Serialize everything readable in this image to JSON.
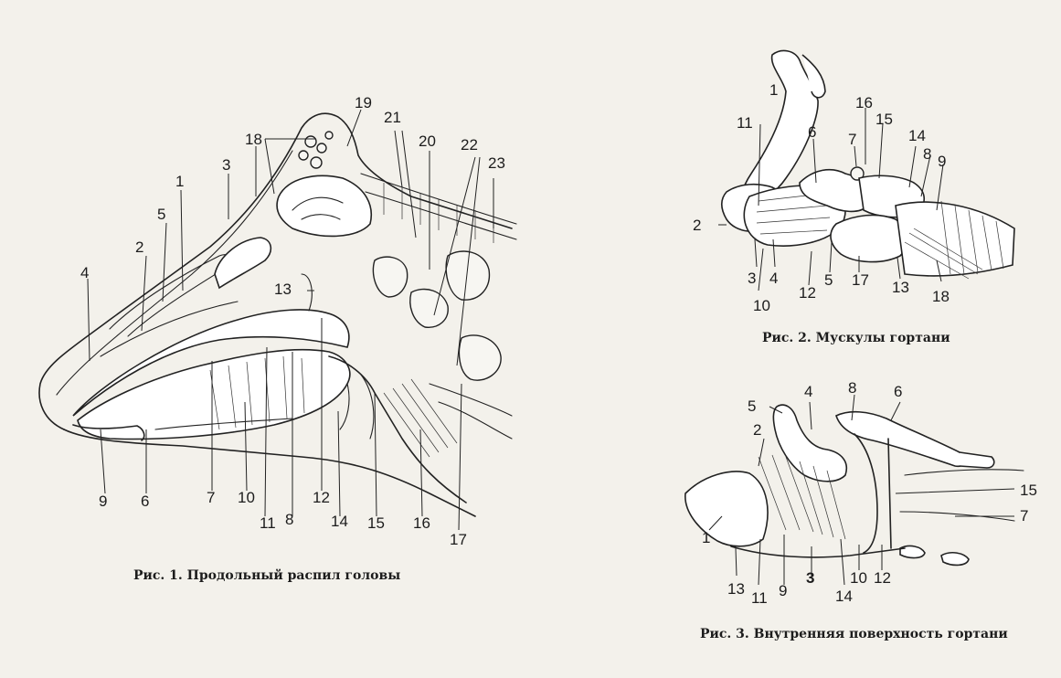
{
  "figures": [
    {
      "caption": "Рис. 1. Продольный распил головы",
      "labels": [
        "1",
        "2",
        "3",
        "4",
        "5",
        "6",
        "7",
        "8",
        "9",
        "10",
        "11",
        "12",
        "13",
        "14",
        "15",
        "16",
        "17",
        "18",
        "19",
        "20",
        "21",
        "22",
        "23"
      ]
    },
    {
      "caption": "Рис. 2. Мускулы гортани",
      "labels": [
        "1",
        "2",
        "3",
        "4",
        "5",
        "6",
        "7",
        "8",
        "9",
        "10",
        "11",
        "12",
        "13",
        "14",
        "15",
        "16",
        "17",
        "18"
      ]
    },
    {
      "caption": "Рис. 3. Внутренняя поверхность гортани",
      "labels": [
        "1",
        "2",
        "3",
        "4",
        "5",
        "6",
        "7",
        "8",
        "9",
        "10",
        "11",
        "12",
        "13",
        "14",
        "15"
      ]
    }
  ]
}
